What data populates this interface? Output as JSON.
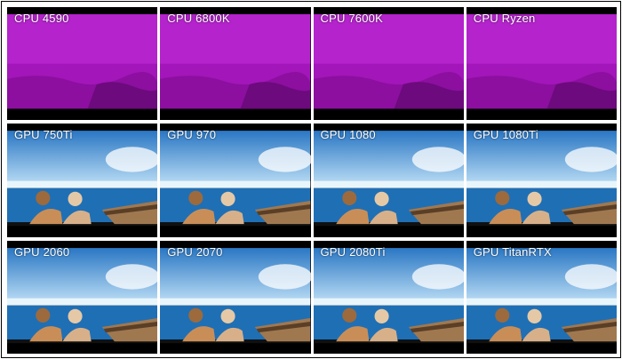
{
  "labels": [
    "CPU 4590",
    "CPU 6800K",
    "CPU 7600K",
    "CPU Ryzen",
    "GPU 750Ti",
    "GPU 970",
    "GPU 1080",
    "GPU 1080Ti",
    "GPU 2060",
    "GPU 2070",
    "GPU 2080Ti",
    "GPU TitanRTX"
  ],
  "frames": {
    "cpu_tint": "#b01bc4",
    "gpu_sky": "#5aa9e6",
    "gpu_sea": "#1f6fb5",
    "gpu_skin": "#c98e58",
    "gpu_boat": "#a07850"
  }
}
